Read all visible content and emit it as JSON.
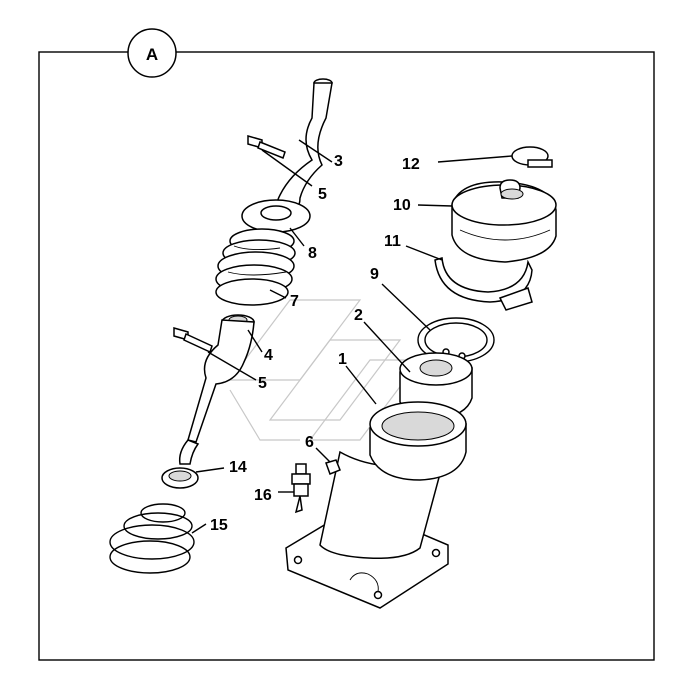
{
  "view_badge": "A",
  "callouts": [
    {
      "id": "c1",
      "text": "1"
    },
    {
      "id": "c2",
      "text": "2"
    },
    {
      "id": "c3",
      "text": "3"
    },
    {
      "id": "c4",
      "text": "4"
    },
    {
      "id": "c5a",
      "text": "5"
    },
    {
      "id": "c5b",
      "text": "5"
    },
    {
      "id": "c6",
      "text": "6"
    },
    {
      "id": "c7",
      "text": "7"
    },
    {
      "id": "c8",
      "text": "8"
    },
    {
      "id": "c9",
      "text": "9"
    },
    {
      "id": "c10",
      "text": "10"
    },
    {
      "id": "c11",
      "text": "11"
    },
    {
      "id": "c12",
      "text": "12"
    },
    {
      "id": "c14",
      "text": "14"
    },
    {
      "id": "c15",
      "text": "15"
    },
    {
      "id": "c16",
      "text": "16"
    }
  ]
}
